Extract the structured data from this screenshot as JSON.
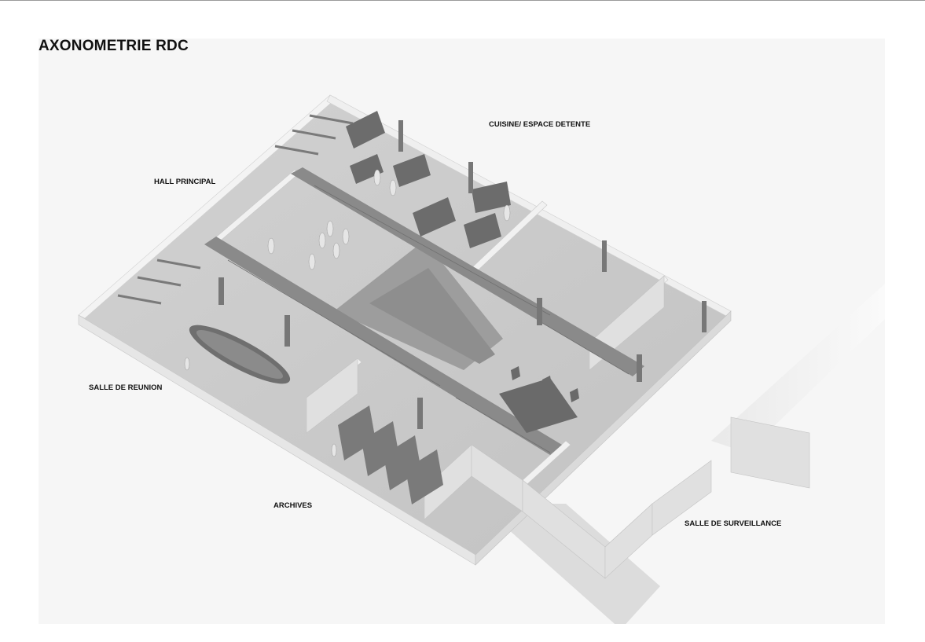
{
  "title": "AXONOMETRIE RDC",
  "labels": {
    "kitchen": "CUISINE/ ESPACE DETENTE",
    "hall": "HALL PRINCIPAL",
    "meeting": "SALLE DE REUNION",
    "archives": "ARCHIVES",
    "surveillance": "SALLE DE SURVEILLANCE"
  },
  "colors": {
    "floor": "#cbcbcb",
    "wall_top": "#f4f4f4",
    "wall_side": "#e2e2e2",
    "shadow": "#a9a9a9",
    "beam": "#8a8a8a",
    "furniture": "#7d7d7d",
    "background": "#f6f6f6"
  }
}
